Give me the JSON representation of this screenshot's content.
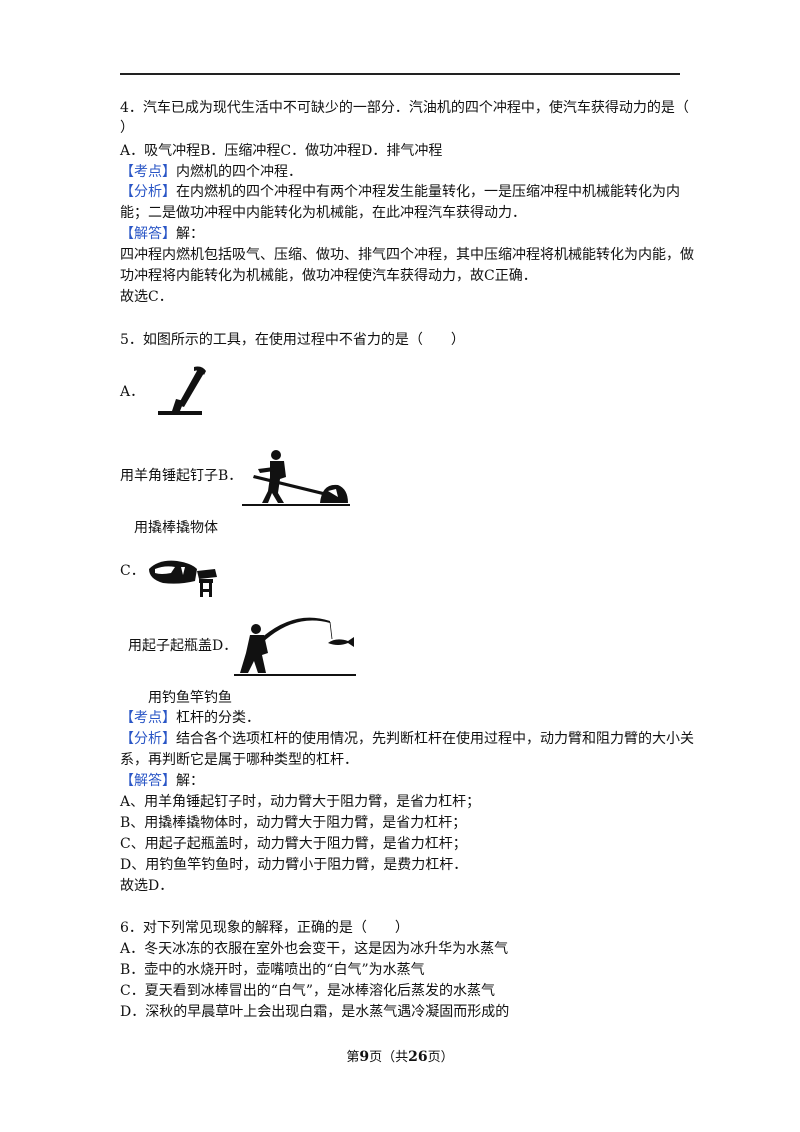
{
  "q4": {
    "stem1": "4．汽车已成为现代生活中不可缺少的一部分．汽油机的四个冲程中，使汽车获得动力的是（",
    "stem2": "）",
    "options": "A．吸气冲程B．压缩冲程C．做功冲程D．排气冲程",
    "kaodian_tag": "【考点】",
    "kaodian": "内燃机的四个冲程．",
    "fenxi_tag": "【分析】",
    "fenxi1": "在内燃机的四个冲程中有两个冲程发生能量转化，一是压缩冲程中机械能转化为内",
    "fenxi2": "能；二是做功冲程中内能转化为机械能，在此冲程汽车获得动力．",
    "jieda_tag": "【解答】",
    "jieda": "解：",
    "ans1": "四冲程内燃机包括吸气、压缩、做功、排气四个冲程，其中压缩冲程将机械能转化为内能，做",
    "ans2": "功冲程将内能转化为机械能，做功冲程使汽车获得动力，故C正确．",
    "ans3": "故选C．"
  },
  "q5": {
    "stem": "5．如图所示的工具，在使用过程中不省力的是（　　）",
    "a_label": "A．",
    "a_caption_b_label": "用羊角锤起钉子B．",
    "b_caption": "用撬棒撬物体",
    "c_label": "C．",
    "c_caption_d_label": "用起子起瓶盖D．",
    "d_caption": "用钓鱼竿钓鱼",
    "kaodian_tag": "【考点】",
    "kaodian": "杠杆的分类．",
    "fenxi_tag": "【分析】",
    "fenxi1": "结合各个选项杠杆的使用情况，先判断杠杆在使用过程中，动力臂和阻力臂的大小关",
    "fenxi2": "系，再判断它是属于哪种类型的杠杆．",
    "jieda_tag": "【解答】",
    "jieda": "解：",
    "ans_a": "A、用羊角锤起钉子时，动力臂大于阻力臂，是省力杠杆；",
    "ans_b": "B、用撬棒撬物体时，动力臂大于阻力臂，是省力杠杆；",
    "ans_c": "C、用起子起瓶盖时，动力臂大于阻力臂，是省力杠杆；",
    "ans_d": "D、用钓鱼竿钓鱼时，动力臂小于阻力臂，是费力杠杆．",
    "ans_end": "故选D．"
  },
  "q6": {
    "stem": "6．对下列常见现象的解释，正确的是（　　）",
    "opt_a": "A．冬天冰冻的衣服在室外也会变干，这是因为冰升华为水蒸气",
    "opt_b": "B．壶中的水烧开时，壶嘴喷出的“白气”为水蒸气",
    "opt_c": "C．夏天看到冰棒冒出的“白气”，是冰棒溶化后蒸发的水蒸气",
    "opt_d": "D．深秋的早晨草叶上会出现白霜，是水蒸气遇冷凝固而形成的"
  },
  "footer": {
    "prefix": "第",
    "page": "9",
    "mid": "页（共",
    "total": "26",
    "suffix": "页）"
  }
}
